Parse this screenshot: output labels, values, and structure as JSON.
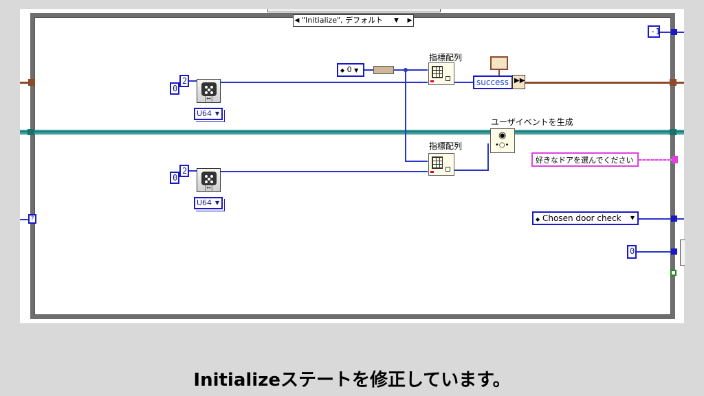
{
  "case_selector": {
    "label": "\"Initialize\", デフォルト"
  },
  "constants": {
    "zero_top": "0",
    "two_top": "2",
    "zero_bottom": "0",
    "two_bottom": "2",
    "enum_index": "0",
    "neg_one": "-1",
    "zero_right": "0",
    "unknown_tunnel": "?"
  },
  "type_selectors": {
    "top": "U64",
    "bottom": "U64"
  },
  "nodes": {
    "index_array_top": "指標配列",
    "index_array_bottom": "指標配列",
    "user_event": "ユーザイベントを生成"
  },
  "strings": {
    "success": "success",
    "choose_door": "好きなドアを選んでください",
    "chosen_door_check": "Chosen door check"
  },
  "caption": "Initializeステートを修正しています。",
  "colors": {
    "wire_blue": "#2a34c8",
    "wire_brown": "#8b4a2b",
    "string_pink": "#e040e0",
    "bus_teal": "#1d6e6e"
  }
}
